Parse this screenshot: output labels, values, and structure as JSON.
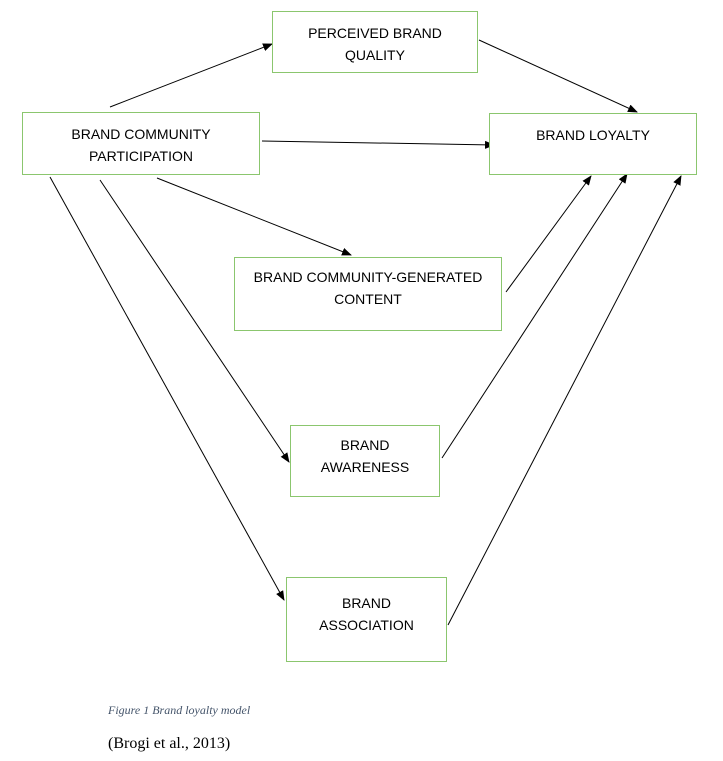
{
  "diagram": {
    "nodes": {
      "participation": "BRAND COMMUNITY PARTICIPATION",
      "quality": "PERCEIVED BRAND QUALITY",
      "loyalty": "BRAND LOYALTY",
      "content": "BRAND COMMUNITY-GENERATED CONTENT",
      "awareness": "BRAND AWARENESS",
      "association": "BRAND ASSOCIATION"
    },
    "node_lines": {
      "participation": [
        "BRAND COMMUNITY",
        "PARTICIPATION"
      ],
      "quality": [
        "PERCEIVED BRAND",
        "QUALITY"
      ],
      "loyalty": [
        "BRAND LOYALTY"
      ],
      "content": [
        "BRAND COMMUNITY-GENERATED",
        "CONTENT"
      ],
      "awareness": [
        "BRAND",
        "AWARENESS"
      ],
      "association": [
        "BRAND",
        "ASSOCIATION"
      ]
    },
    "edges": [
      {
        "from": "participation",
        "to": "quality"
      },
      {
        "from": "participation",
        "to": "loyalty"
      },
      {
        "from": "participation",
        "to": "content"
      },
      {
        "from": "participation",
        "to": "awareness"
      },
      {
        "from": "participation",
        "to": "association"
      },
      {
        "from": "quality",
        "to": "loyalty"
      },
      {
        "from": "content",
        "to": "loyalty"
      },
      {
        "from": "awareness",
        "to": "loyalty"
      },
      {
        "from": "association",
        "to": "loyalty"
      }
    ],
    "colors": {
      "node_border": "#8bc66e",
      "arrow": "#000000",
      "caption": "#44546a"
    }
  },
  "caption": "Figure 1 Brand loyalty model",
  "citation": "(Brogi et al., 2013)"
}
